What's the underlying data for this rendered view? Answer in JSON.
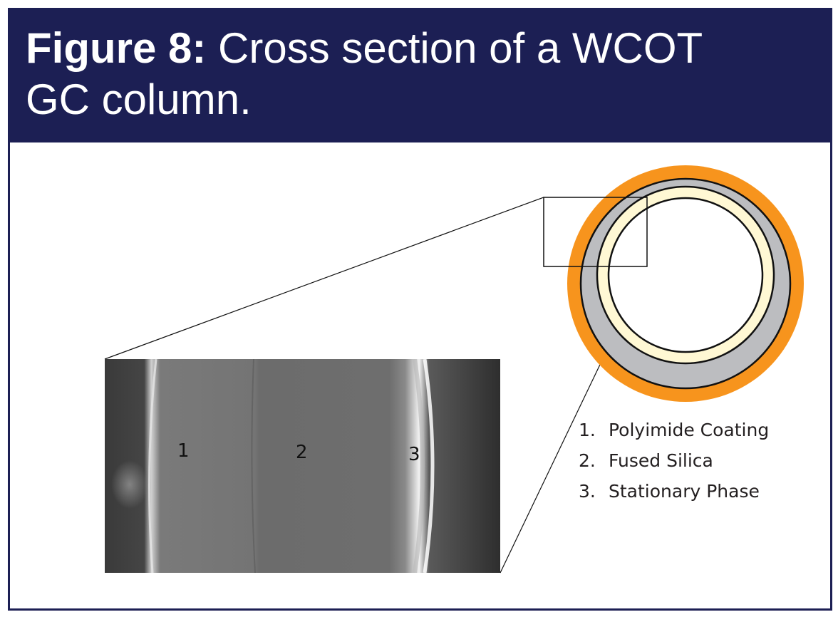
{
  "figure": {
    "label": "Figure 8:",
    "title_line1": "Cross section of a WCOT",
    "title_line2": "GC column."
  },
  "colors": {
    "header_bg": "#1c1f54",
    "polyimide": "#f7941d",
    "fused_silica": "#bcbdc0",
    "stationary_phase": "#fff8d4",
    "bore": "#ffffff"
  },
  "micrograph": {
    "labels": [
      "1",
      "2",
      "3"
    ]
  },
  "legend": [
    {
      "number": "1.",
      "text": "Polyimide Coating"
    },
    {
      "number": "2.",
      "text": "Fused Silica"
    },
    {
      "number": "3.",
      "text": "Stationary Phase"
    }
  ]
}
